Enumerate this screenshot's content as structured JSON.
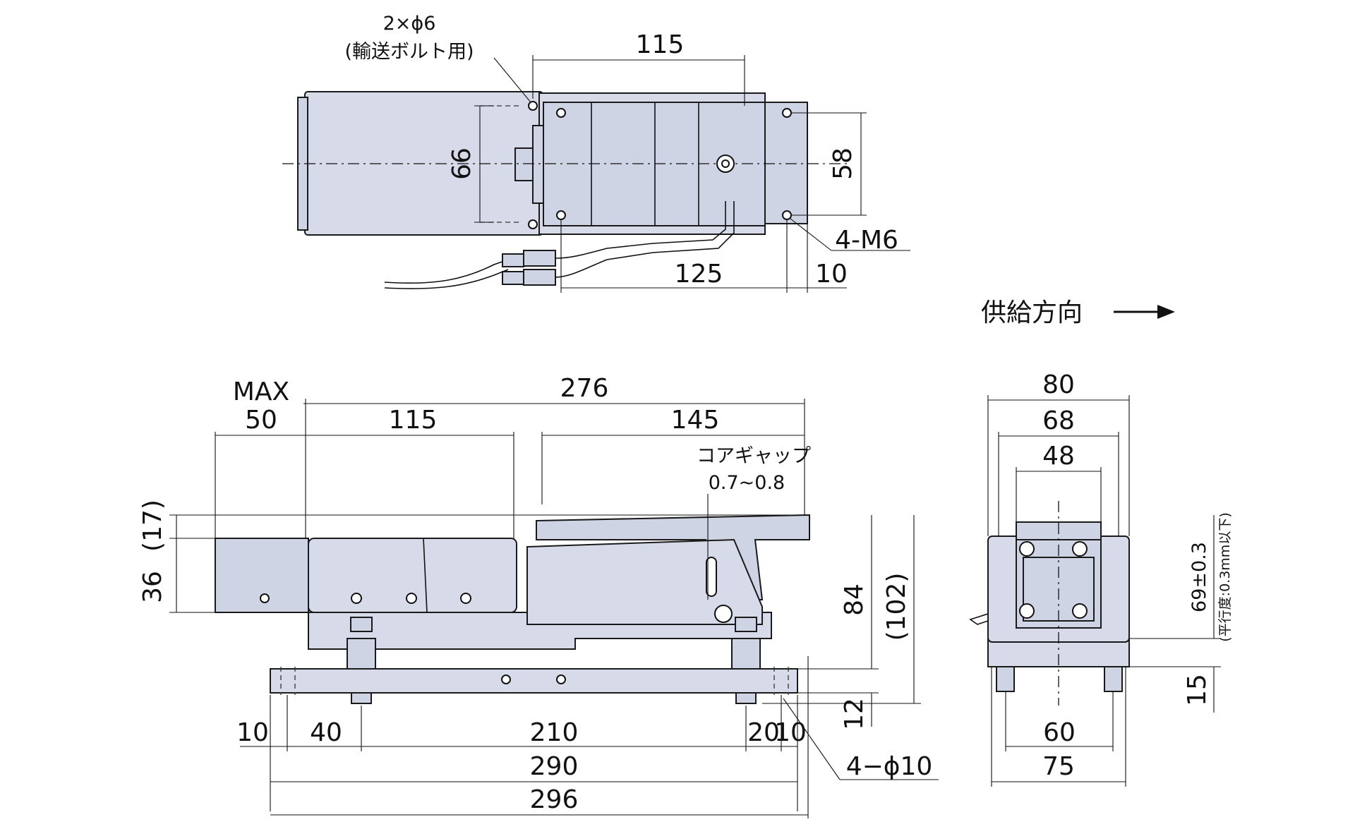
{
  "top_view": {
    "transport_holes": "2×ϕ6",
    "transport_holes_note": "(輸送ボルト用)",
    "dim_bolt_pitch": "115",
    "dim_width_66": "66",
    "dim_hole_pitch_58": "58",
    "tapped_holes": "4-M6",
    "dim_hole_spacing_125": "125",
    "dim_edge_10": "10"
  },
  "feed_direction": {
    "label": "供給方向",
    "arrow": "right-arrow"
  },
  "front_view": {
    "max_label": "MAX",
    "max_value": "50",
    "dim_overall_276": "276",
    "dim_115": "115",
    "dim_145": "145",
    "core_gap_label": "コアギャップ",
    "core_gap_value": "0.7~0.8",
    "dim_36": "36",
    "dim_17": "(17)",
    "dim_84": "84",
    "dim_102": "(102)",
    "dim_12": "12",
    "dim_10_left": "10",
    "dim_40": "40",
    "dim_210": "210",
    "dim_20": "20",
    "dim_10_right": "10",
    "dim_290": "290",
    "dim_296": "296",
    "through_holes": "4−ϕ10"
  },
  "side_view": {
    "dim_80": "80",
    "dim_68": "68",
    "dim_48": "48",
    "dim_height": "69±0.3",
    "flatness_note": "(平行度:0.3mm以下)",
    "dim_15": "15",
    "dim_60": "60",
    "dim_75": "75"
  },
  "colors": {
    "body_fill": "#d7dbe9",
    "line": "#111111"
  }
}
